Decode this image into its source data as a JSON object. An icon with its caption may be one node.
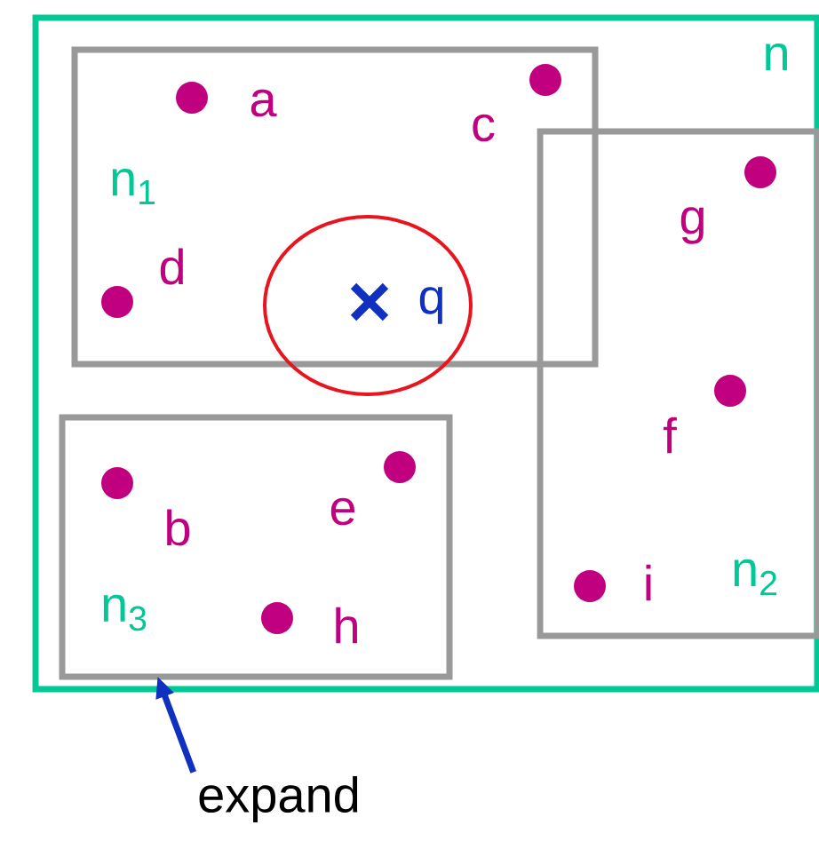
{
  "diagram": {
    "nodes": [
      {
        "text": [
          "n"
        ]
      },
      {
        "text": [
          "n$_{1}$"
        ],
        "in": 0
      },
      {
        "text": [
          "n$_{2}$"
        ],
        "in": 0
      },
      {
        "text": [
          "n$_{3}$"
        ],
        "in": 0
      },
      {
        "text": [],
        "shape": "circle",
        "in": 0
      },
      {
        "text": [
          "expand"
        ]
      }
    ],
    "edges": [
      {
        "from": 5,
        "to": 3,
        "arrow": "to",
        "color": "#1030c0"
      }
    ],
    "labels": [
      "a",
      "c",
      "d",
      "g",
      "q",
      "f",
      "b",
      "e",
      "i",
      "h"
    ]
  }
}
